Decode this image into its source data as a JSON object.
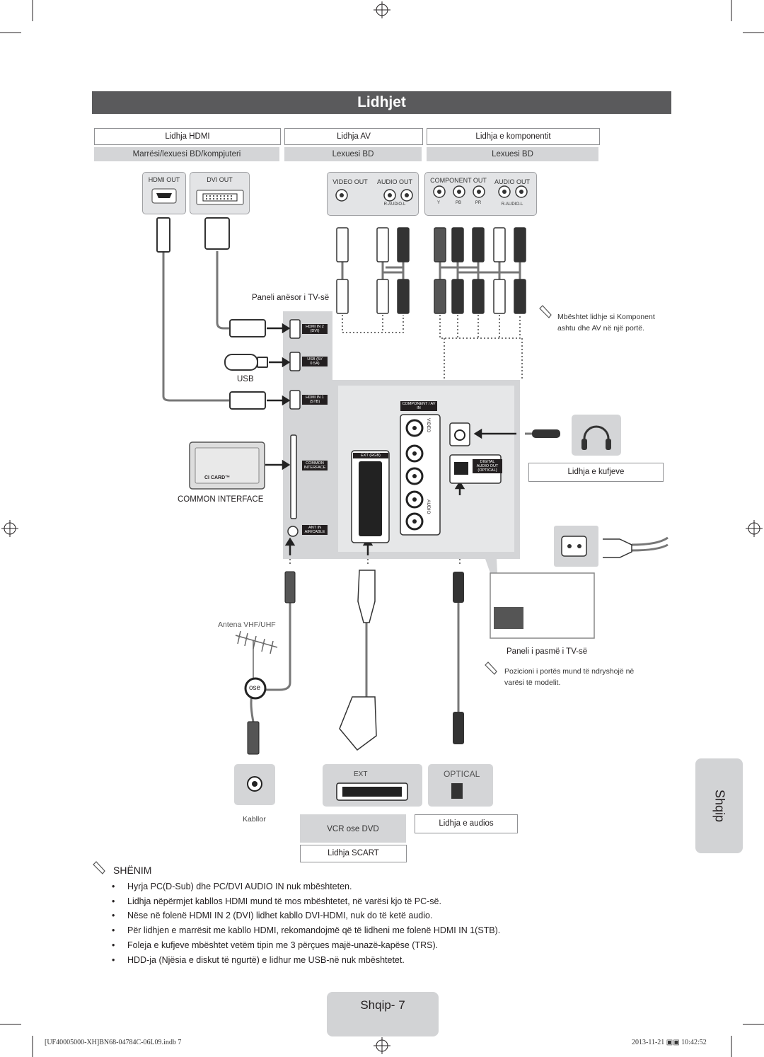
{
  "title": "Lidhjet",
  "headers": {
    "hdmi": {
      "title": "Lidhja HDMI",
      "device": "Marrësi/lexuesi BD/kompjuteri"
    },
    "av": {
      "title": "Lidhja AV",
      "device": "Lexuesi BD"
    },
    "component": {
      "title": "Lidhja e komponentit",
      "device": "Lexuesi BD"
    }
  },
  "device_ports": {
    "hdmi_out": "HDMI OUT",
    "dvi_out": "DVI OUT",
    "video_out": "VIDEO OUT",
    "audio_out": "AUDIO OUT",
    "component_out": "COMPONENT OUT",
    "audio_out_2": "AUDIO OUT",
    "r_audio_l": "R-AUDIO-L",
    "r_audio_l_2": "R-AUDIO-L",
    "ypbpr": [
      "Y",
      "PB",
      "PR"
    ]
  },
  "plugs": {
    "av_top": [
      "Y",
      "W",
      "R"
    ],
    "comp_top": [
      "G",
      "B",
      "R",
      "W",
      "R"
    ],
    "av_bottom": [
      "Y",
      "W",
      "R"
    ],
    "comp_bottom": [
      "G",
      "B",
      "R",
      "W",
      "R"
    ]
  },
  "tv": {
    "side_panel": "Paneli anësor i TV-së",
    "hdmi_in2": "HDMI IN 2 (DVI)",
    "usb_port": "USB (5V 0.5A)",
    "hdmi_in1": "HDMI IN 1 (STB)",
    "common_port": "COMMON INTERFACE",
    "ant_in": "ANT IN AIR/CABLE",
    "component_av_in": "COMPONENT / AV IN",
    "ext_rgb": "EXT (RGB)",
    "digital_audio_out": "DIGITAL AUDIO OUT (OPTICAL)",
    "rear_panel": "Paneli i pasmë i TV-së",
    "jack_labels": [
      "VIDEO",
      "AUDIO"
    ]
  },
  "usb_label": "USB",
  "ci_card": "CI CARD™",
  "common_interface_label": "COMMON INTERFACE",
  "note_component": "Mbështet lidhje si Komponent ashtu dhe AV në një portë.",
  "note_position": "Pozicioni i portës mund të ndryshojë në varësi të modelit.",
  "headphones_label": "Lidhja e kufjeve",
  "antenna_label": "Antena VHF/UHF",
  "or_label": "ose",
  "bottom": {
    "cable_label": "Kabllor",
    "ext_label": "EXT",
    "optical_label": "OPTICAL",
    "vcr_label": "VCR ose DVD",
    "audio_conn": "Lidhja e audios",
    "scart_label": "Lidhja SCART"
  },
  "notes_title": "SHËNIM",
  "notes": [
    "Hyrja PC(D-Sub) dhe PC/DVI AUDIO IN nuk mbështeten.",
    "Lidhja nëpërmjet kabllos HDMI mund të mos mbështetet, në varësi kjo të PC-së.",
    "Nëse në folenë HDMI IN 2 (DVI) lidhet kabllo DVI-HDMI, nuk do të ketë audio.",
    "Për lidhjen e marrësit me kabllo HDMI, rekomandojmë që të lidheni me folenë HDMI IN 1(STB).",
    "Foleja e kufjeve mbështet vetëm tipin me 3 përçues majë-unazë-kapëse (TRS).",
    "HDD-ja (Njësia e diskut të ngurtë) e lidhur me USB-në nuk mbështetet."
  ],
  "side_tab": "Shqip",
  "page_label": "Shqip- 7",
  "footer": {
    "left": "[UF40005000-XH]BN68-04784C-06L09.indb   7",
    "right": "2013-11-21   ▣▣ 10:42:52"
  },
  "colors": {
    "title_bg": "#5a5a5c",
    "panel_gray": "#d4d5d7",
    "tab_gray": "#d2d3d5"
  }
}
